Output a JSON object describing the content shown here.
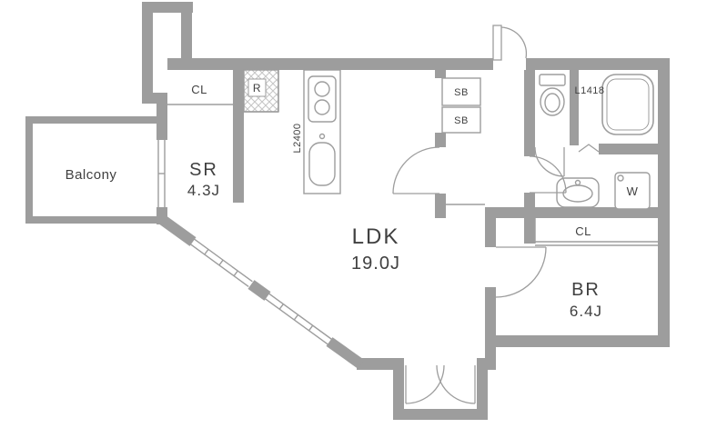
{
  "plan": {
    "rooms": {
      "balcony": {
        "label": "Balcony"
      },
      "service_room": {
        "label": "SR",
        "size": "4.3J"
      },
      "ldk": {
        "label": "LDK",
        "size": "19.0J"
      },
      "bedroom": {
        "label": "BR",
        "size": "6.4J"
      }
    },
    "fixtures": {
      "closet_left": "CL",
      "closet_right": "CL",
      "refrigerator": "R",
      "kitchen_counter": "L2400",
      "shoebox_upper": "SB",
      "shoebox_lower": "SB",
      "bathtub_size": "L1418",
      "washer": "W"
    },
    "colors": {
      "wall": "#9d9d9d",
      "text": "#404040",
      "hatch": "#c6c6c6",
      "background": "#ffffff"
    }
  }
}
